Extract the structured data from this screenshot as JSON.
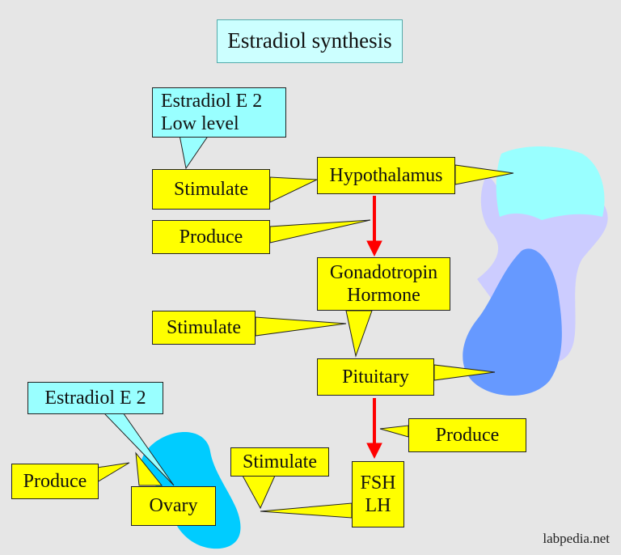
{
  "title": "Estradiol synthesis",
  "labels": {
    "estradiol_low_line1": "Estradiol  E 2",
    "estradiol_low_line2": "Low level",
    "estradiol_e2": "Estradiol  E 2",
    "stimulate_1": "Stimulate",
    "stimulate_2": "Stimulate",
    "stimulate_3": "Stimulate",
    "produce_1": "Produce",
    "produce_2": "Produce",
    "produce_3": "Produce",
    "hypothalamus": "Hypothalamus",
    "gonadotropin_line1": "Gonadotropin",
    "gonadotropin_line2": "Hormone",
    "pituitary": "Pituitary",
    "fsh": "FSH",
    "lh": "LH",
    "ovary": "Ovary"
  },
  "watermark": "labpedia.net",
  "colors": {
    "background": "#e6e6e6",
    "yellow_box": "#ffff00",
    "cyan_box": "#99ffff",
    "arrow": "#ff0000",
    "hypothalamus_shape": "#99ffff",
    "pituitary_shape": "#ccccff",
    "pituitary_lobe": "#6699ff",
    "ovary_shape": "#00ccff"
  }
}
